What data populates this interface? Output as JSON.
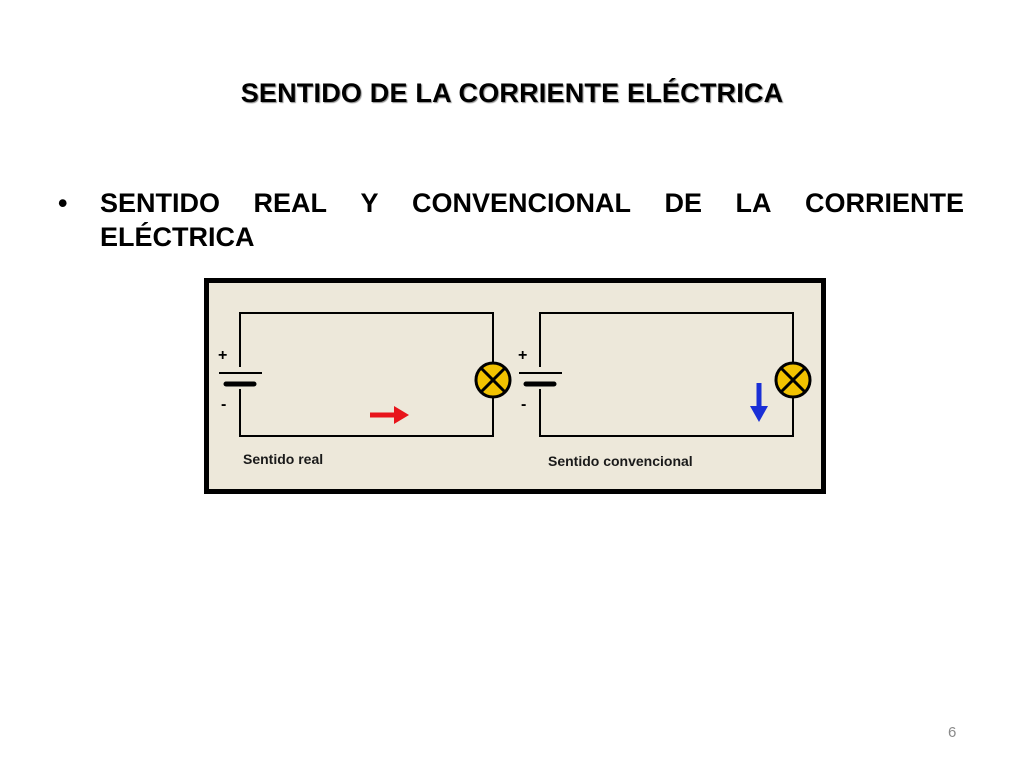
{
  "slide": {
    "title": "SENTIDO DE LA CORRIENTE ELÉCTRICA",
    "bullet": {
      "symbol": "•",
      "words_line1": [
        "SENTIDO",
        "REAL",
        "Y",
        "CONVENCIONAL",
        "DE",
        "LA",
        "CORRIENTE"
      ],
      "line2": "ELÉCTRICA"
    },
    "page_number": "6"
  },
  "diagram": {
    "background_color": "#ede8da",
    "wire_color": "#000000",
    "lamp_color": "#f2c200",
    "circuits": [
      {
        "caption": "Sentido real",
        "plus_label": "+",
        "minus_label": "-",
        "arrow_direction": "right",
        "arrow_color": "#e8141b"
      },
      {
        "caption": "Sentido convencional",
        "plus_label": "+",
        "minus_label": "-",
        "arrow_direction": "down",
        "arrow_color": "#1a2fd6"
      }
    ]
  }
}
